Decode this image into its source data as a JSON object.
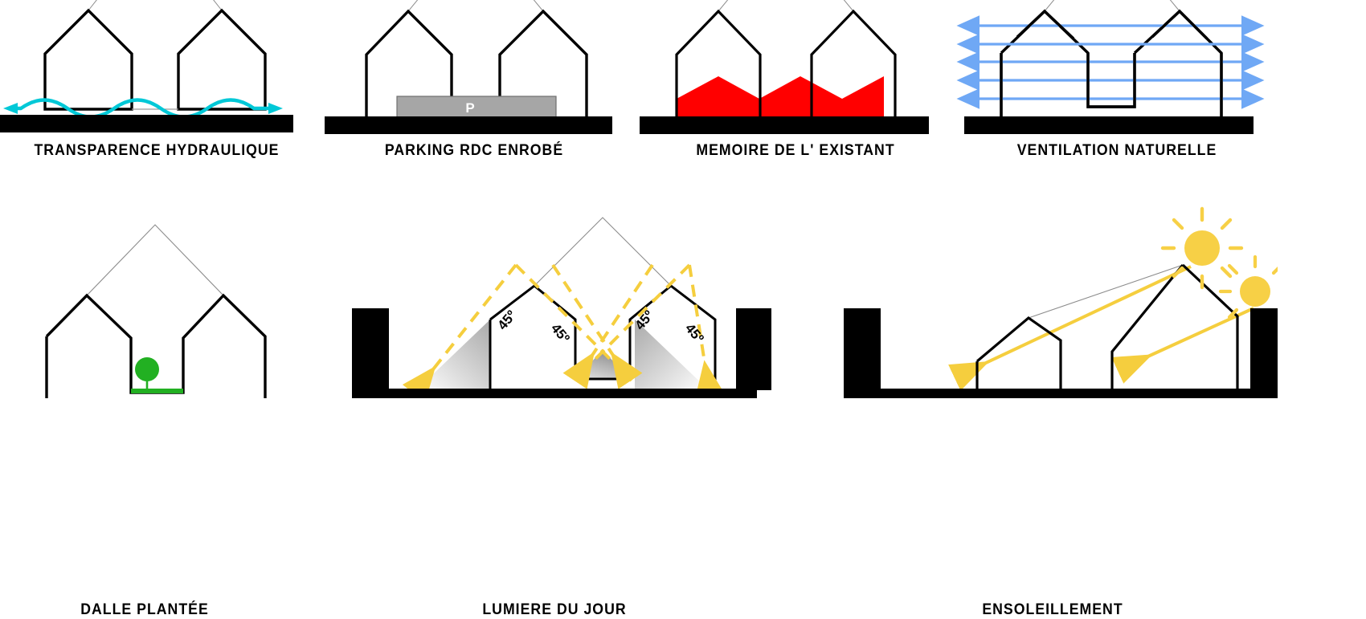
{
  "figure": {
    "title": "Architectural bioclimatic concept diagrams",
    "background_color": "#FFFFFF",
    "rows": 2,
    "columns_row1": 4,
    "columns_row2": 3
  },
  "palette": {
    "outline_black": "#000000",
    "ground_black": "#000000",
    "ghost_gray": "#888888",
    "water_cyan": "#00C8D7",
    "parking_gray": "#A6A6A6",
    "memory_red": "#FF0000",
    "ventilation_blue": "#6FA8F5",
    "vegetation_green": "#22B022",
    "sun_yellow": "#F7D046",
    "ray_yellow": "#F5CE3E",
    "shadow_gray": "#BFBFBF"
  },
  "panels": [
    {
      "id": "transparence-hydraulique",
      "index": 1,
      "caption": "TRANSPARENCE HYDRAULIQUE",
      "row": 1,
      "motif": "two gabled houses on stilts with a cyan wavy water line and double-headed arrow beneath",
      "accent_color": "#00C8D7",
      "element_labels": []
    },
    {
      "id": "parking-rdc-enrobe",
      "index": 2,
      "caption": "PARKING RDC ENROBÉ",
      "row": 1,
      "motif": "two gabled houses with a grey asphalt parking slab at ground floor level",
      "accent_color": "#A6A6A6",
      "element_labels": [
        {
          "name": "parking-slab-letter",
          "text": "P"
        }
      ]
    },
    {
      "id": "memoire-de-l-existant",
      "index": 3,
      "caption": "MEMOIRE DE L' EXISTANT",
      "row": 1,
      "motif": "two gabled houses filled with a red sawtooth zigzag recalling the former roofs",
      "accent_color": "#FF0000",
      "element_labels": []
    },
    {
      "id": "ventilation-naturelle",
      "index": 4,
      "caption": "VENTILATION NATURELLE",
      "row": 1,
      "motif": "two gabled houses crossed by five horizontal blue double-headed air-flow arrows",
      "accent_color": "#6FA8F5",
      "arrow_count": 5,
      "element_labels": []
    },
    {
      "id": "dalle-plantee",
      "index": 5,
      "caption": "DALLE PLANTÉE",
      "row": 2,
      "motif": "twin gable volume with a planted green slab and a tree in the central courtyard",
      "accent_color": "#22B022",
      "element_labels": []
    },
    {
      "id": "lumiere-du-jour",
      "index": 6,
      "caption": "LUMIERE DU JOUR",
      "row": 2,
      "motif": "twin gable volume with yellow dashed 45 degree daylight lines and grey shadow wedges",
      "accent_color": "#F5CE3E",
      "element_labels": [
        {
          "name": "angle-label-1",
          "text": "45º"
        },
        {
          "name": "angle-label-2",
          "text": "45º"
        },
        {
          "name": "angle-label-3",
          "text": "45º"
        },
        {
          "name": "angle-label-4",
          "text": "45º"
        }
      ]
    },
    {
      "id": "ensoleillement",
      "index": 7,
      "caption": "ENSOLEILLEMENT",
      "row": 2,
      "motif": "tilted gable volume with two yellow suns casting sunbeam arrows onto the roofs",
      "accent_color": "#F7D046",
      "sun_count": 2,
      "element_labels": []
    }
  ]
}
